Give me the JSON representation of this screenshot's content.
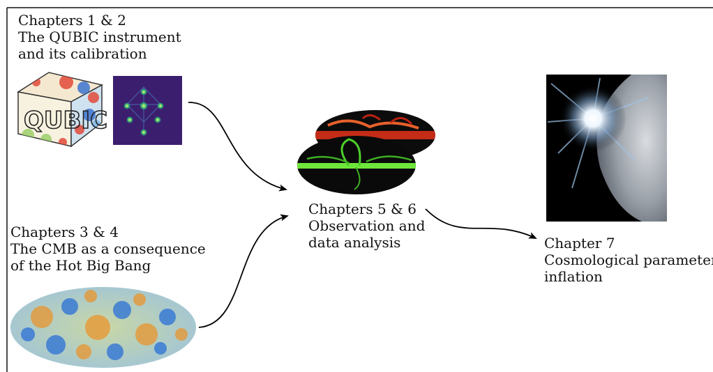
{
  "blocks": {
    "instrument": {
      "heading": "Chapters 1 & 2",
      "line1": "The QUBIC instrument",
      "line2": "and its calibration",
      "logo_text": "QUBIC"
    },
    "cmb": {
      "heading": "Chapters 3 & 4",
      "line1": "The CMB as a consequence",
      "line2": "of the Hot Big Bang"
    },
    "analysis": {
      "heading": "Chapters 5 & 6",
      "line1": "Observation and",
      "line2": "data analysis"
    },
    "cosmology": {
      "heading": "Chapter 7",
      "line1": "Cosmological parameters",
      "line2": "inflation"
    }
  },
  "colors": {
    "frame": "#111111",
    "arrow": "#000000",
    "cmb_blue": "#2a6fd6",
    "cmb_orange": "#e8952e",
    "dust_red": "#d8301a",
    "sync_green": "#4ccf2a",
    "beam_bg": "#3b1f6e",
    "beam_spot": "#d7e93a"
  },
  "icons": [
    "qubic-cube-logo",
    "beam-pattern-image",
    "galactic-maps-image",
    "cmb-map-image",
    "big-bang-image"
  ]
}
